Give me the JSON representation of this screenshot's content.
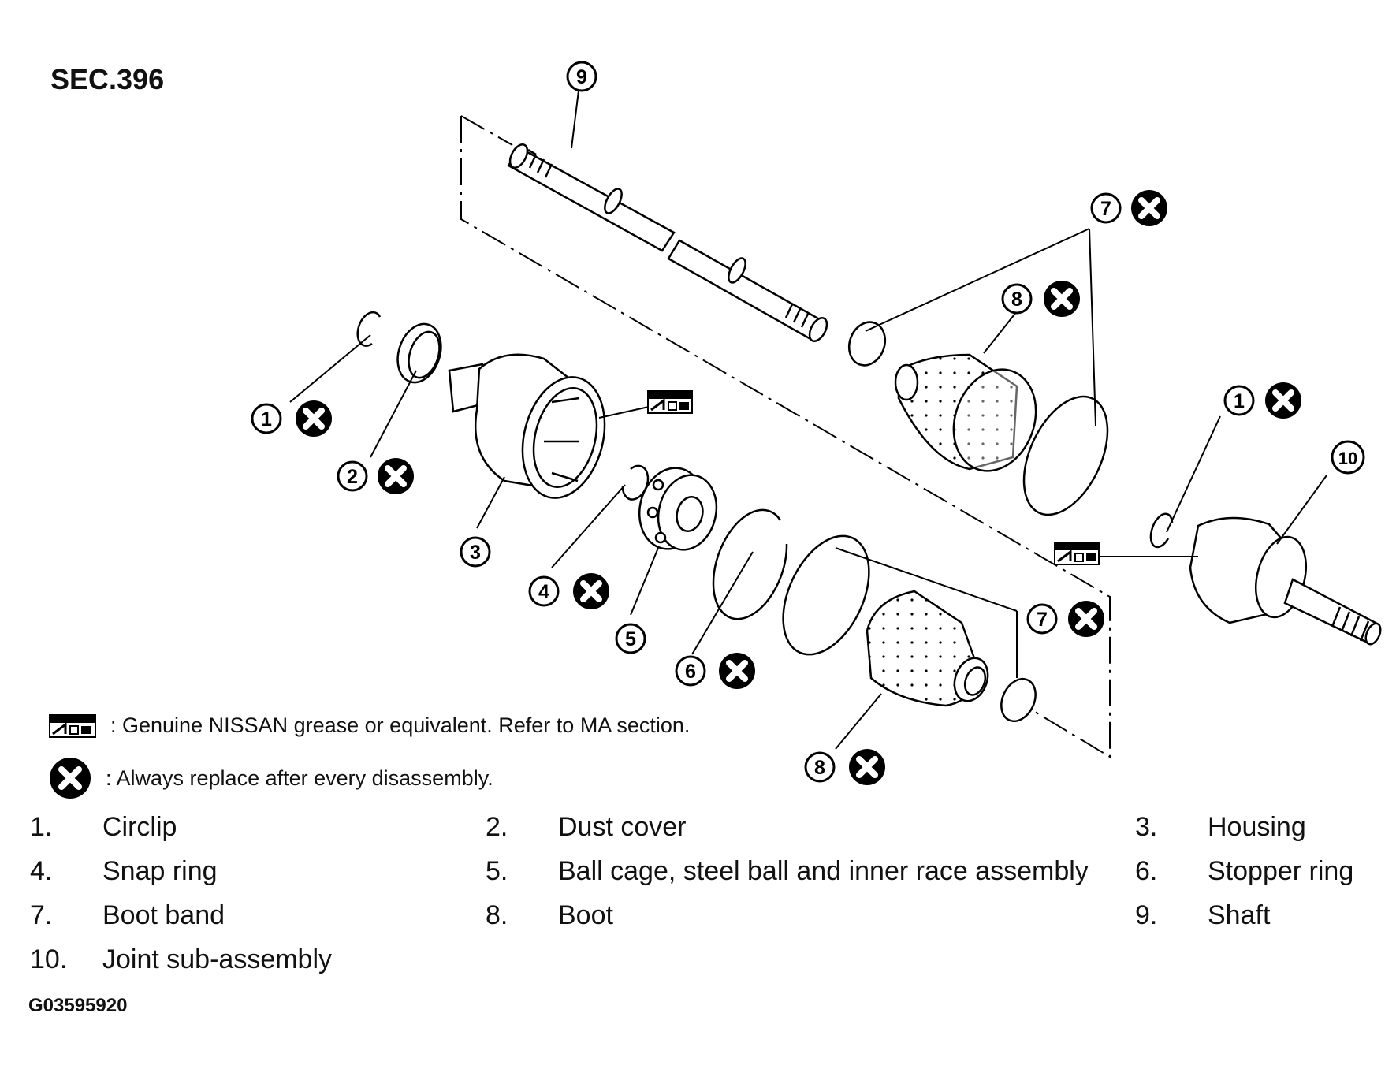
{
  "section": "SEC.396",
  "callouts": {
    "c1a": "1",
    "c2": "2",
    "c3": "3",
    "c4": "4",
    "c5": "5",
    "c6": "6",
    "c7a": "7",
    "c7b": "7",
    "c8a": "8",
    "c8b": "8",
    "c9": "9",
    "c1b": "1",
    "c10": "10"
  },
  "legend": {
    "grease": ": Genuine NISSAN grease or equivalent. Refer to MA section.",
    "replace": ": Always replace after every disassembly."
  },
  "parts": [
    {
      "num": "1.",
      "name": "Circlip"
    },
    {
      "num": "2.",
      "name": "Dust cover"
    },
    {
      "num": "3.",
      "name": "Housing"
    },
    {
      "num": "4.",
      "name": "Snap ring"
    },
    {
      "num": "5.",
      "name": "Ball cage, steel ball and inner race assembly"
    },
    {
      "num": "6.",
      "name": "Stopper ring"
    },
    {
      "num": "7.",
      "name": "Boot band"
    },
    {
      "num": "8.",
      "name": "Boot"
    },
    {
      "num": "9.",
      "name": "Shaft"
    },
    {
      "num": "10.",
      "name": "Joint sub-assembly"
    }
  ],
  "figure_code": "G03595920"
}
